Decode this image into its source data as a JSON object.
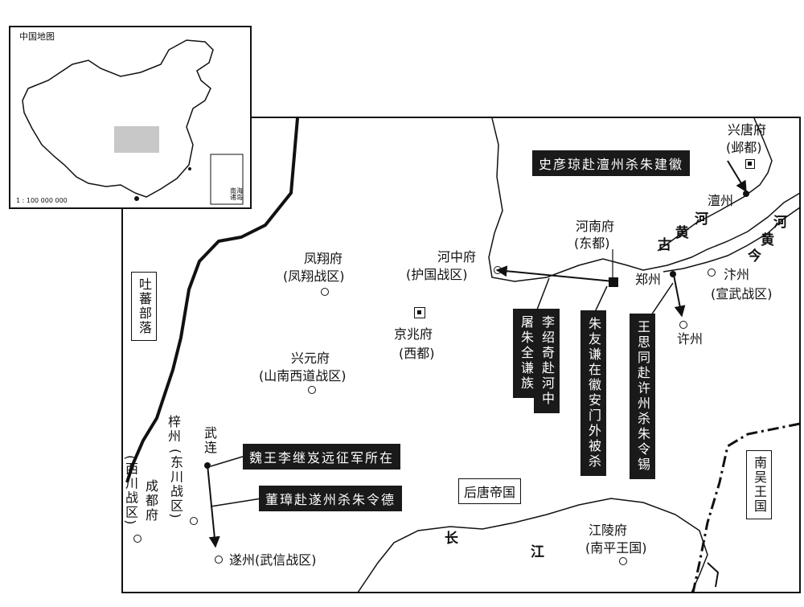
{
  "inset": {
    "title": "中国地图",
    "scale": "1 : 100 000 000",
    "islands_label": "南海诸岛"
  },
  "regions": {
    "tubo": "吐蕃部落",
    "houtang": "后唐帝国",
    "nanwu": "南吴王国"
  },
  "cities": {
    "xingtang_name": "兴唐府",
    "xingtang_note": "(邺都)",
    "chanzhou": "澶州",
    "henan_name": "河南府",
    "henan_note": "(东都)",
    "hezhong_name": "河中府",
    "hezhong_note": "(护国战区)",
    "fengxiang_name": "凤翔府",
    "fengxiang_note": "(凤翔战区)",
    "jingzhao_name": "京兆府",
    "jingzhao_note": "(西都)",
    "xingyuan_name": "兴元府",
    "xingyuan_note": "(山南西道战区)",
    "zhengzhou": "郑州",
    "bianzhou_name": "汴州",
    "bianzhou_note": "(宣武战区)",
    "xuzhou": "许州",
    "zizhou_name": "梓州",
    "zizhou_note": "(东川战区)",
    "chengdu_name": "成都府",
    "chengdu_note": "(西川战区)",
    "wulian": "武连",
    "suizhou": "遂州(武信战区)",
    "jiangling_name": "江陵府",
    "jiangling_note": "(南平王国)"
  },
  "events": {
    "shi_yanqiong": "史彦琼赴澶州杀朱建徽",
    "li_shaoqi_1": "李绍奇赴河中",
    "li_shaoqi_2": "屠朱全谦族",
    "zhu_youqian": "朱友谦在徽安门外被杀",
    "wang_sitong": "王思同赴许州杀朱令锡",
    "wei_wang": "魏王李继岌远征军所在",
    "dong_zhang": "董璋赴遂州杀朱令德"
  },
  "rivers": {
    "gu": "古",
    "huang1": "黄",
    "he1": "河",
    "he2": "河",
    "huang2": "黄",
    "jin": "今",
    "chang": "长",
    "jiang": "江"
  },
  "colors": {
    "ink": "#111111",
    "event_bg": "#1a1a1a",
    "highlight": "#c8c8c8"
  },
  "icons": {
    "capital": "square-dot-icon",
    "city": "circle-dot-icon"
  }
}
